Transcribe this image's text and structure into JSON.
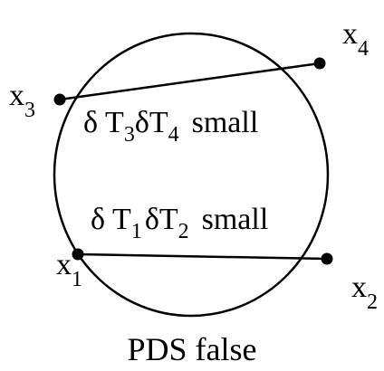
{
  "diagram": {
    "points": {
      "x1": {
        "base": "x",
        "sub": "1"
      },
      "x2": {
        "base": "x",
        "sub": "2"
      },
      "x3": {
        "base": "x",
        "sub": "3"
      },
      "x4": {
        "base": "x",
        "sub": "4"
      }
    },
    "labels": {
      "upper": {
        "d1": "δ",
        "T1": "T",
        "s1": "3",
        "d2": "δ",
        "T2": "T",
        "s2": "4",
        "word": "small"
      },
      "lower": {
        "d1": "δ",
        "T1": "T",
        "s1": "1",
        "d2": "δ",
        "T2": "T",
        "s2": "2",
        "word": "small"
      }
    },
    "caption": "PDS false"
  }
}
